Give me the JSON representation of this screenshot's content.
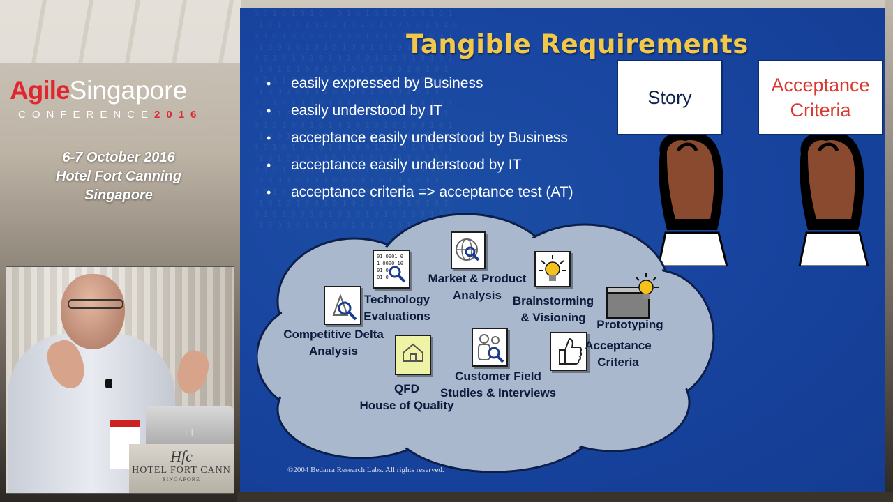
{
  "conference": {
    "brand_agile": "Agile",
    "brand_singapore": "Singapore",
    "brand_conference": "CONFERENCE",
    "brand_year": "2016",
    "date": "6-7 October 2016",
    "venue": "Hotel Fort Canning",
    "city": "Singapore",
    "accent_color": "#e2262f"
  },
  "speaker_video": {
    "podium_mark": "Hfc",
    "podium_name": "HOTEL FORT CANN",
    "podium_sub": "SINGAPORE"
  },
  "slide": {
    "title": "Tangible Requirements",
    "title_color": "#f1c84a",
    "background_color": "#1845a0",
    "bullets": [
      "easily expressed by Business",
      "easily understood by IT",
      "acceptance easily understood by Business",
      "acceptance easily understood by IT",
      "acceptance criteria  => acceptance test (AT)"
    ],
    "cards": {
      "story": "Story",
      "acceptance_line1": "Acceptance",
      "acceptance_line2": "Criteria"
    },
    "cloud": {
      "technology_evaluations": [
        "Technology",
        "Evaluations"
      ],
      "market_product_analysis": [
        "Market & Product",
        "Analysis"
      ],
      "brainstorming_visioning": [
        "Brainstorming",
        "& Visioning"
      ],
      "prototyping": "Prototyping",
      "competitive_delta_analysis": [
        "Competitive Delta",
        "Analysis"
      ],
      "acceptance_criteria": [
        "Acceptance",
        "Criteria"
      ],
      "customer_field_studies": [
        "Customer Field",
        "Studies & Interviews"
      ],
      "qfd_house_of_quality": [
        "QFD",
        "House of Quality"
      ],
      "binary_icon_text": [
        "01 0001 0",
        "1 0000 10",
        "01 0",
        "01 0"
      ]
    },
    "copyright": "©2004 Bedarra Research Labs. All rights reserved."
  }
}
